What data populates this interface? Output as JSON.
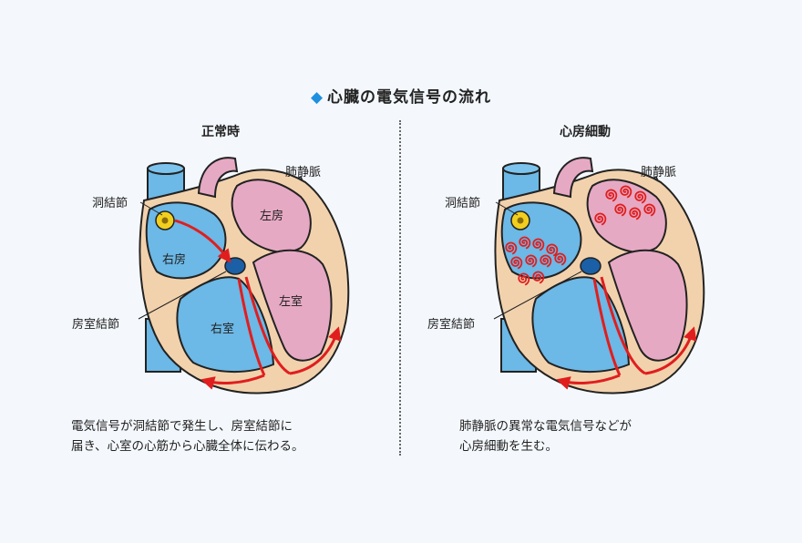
{
  "title": "心臓の電気信号の流れ",
  "colors": {
    "accent": "#1f8fe0",
    "right_heart_blue": "#6cb8e6",
    "left_heart_pink": "#e6a9c3",
    "heart_wall": "#f2d2ad",
    "signal_red": "#e01e1e",
    "node_blue": "#1b5fa6",
    "node_yellow": "#f2cf1e"
  },
  "left_panel": {
    "heading": "正常時",
    "labels": {
      "sa_node": "洞結節",
      "av_node": "房室結節",
      "pulmonary_vein": "肺静脈",
      "left_atrium": "左房",
      "right_atrium": "右房",
      "left_ventricle": "左室",
      "right_ventricle": "右室"
    },
    "caption": [
      "電気信号が洞結節で発生し、房室結節に",
      "届き、心室の心筋から心臓全体に伝わる。"
    ]
  },
  "right_panel": {
    "heading": "心房細動",
    "labels": {
      "sa_node": "洞結節",
      "av_node": "房室結節",
      "pulmonary_vein": "肺静脈"
    },
    "caption": [
      "肺静脈の異常な電気信号などが",
      "心房細動を生む。"
    ]
  }
}
